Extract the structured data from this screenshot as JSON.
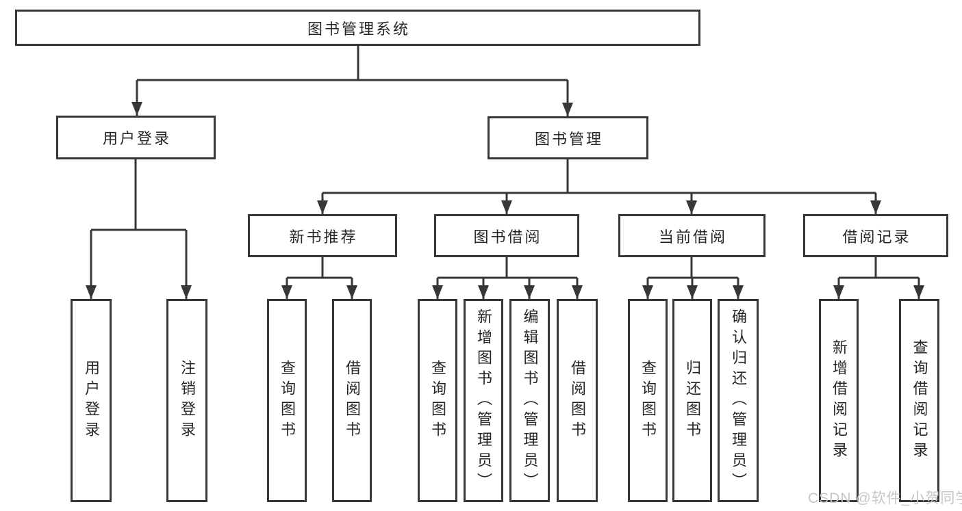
{
  "tree": {
    "root": {
      "label": "图书管理系统",
      "children": [
        {
          "label": "用户登录",
          "children": [
            {
              "label": "用户登录"
            },
            {
              "label": "注销登录"
            }
          ]
        },
        {
          "label": "图书管理",
          "children": [
            {
              "label": "新书推荐",
              "children": [
                {
                  "label": "查询图书"
                },
                {
                  "label": "借阅图书"
                }
              ]
            },
            {
              "label": "图书借阅",
              "children": [
                {
                  "label": "查询图书"
                },
                {
                  "label": "新增图书（管理员）"
                },
                {
                  "label": "编辑图书（管理员）"
                },
                {
                  "label": "借阅图书"
                }
              ]
            },
            {
              "label": "当前借阅",
              "children": [
                {
                  "label": "查询图书"
                },
                {
                  "label": "归还图书"
                },
                {
                  "label": "确认归还（管理员）"
                }
              ]
            },
            {
              "label": "借阅记录",
              "children": [
                {
                  "label": "新增借阅记录"
                },
                {
                  "label": "查询借阅记录"
                }
              ]
            }
          ]
        }
      ]
    }
  },
  "watermark": {
    "text": "CSDN @软件_小贺同学"
  },
  "colors": {
    "line": "#373737",
    "text": "#262626",
    "watermark": "#c6c6c6",
    "background": "#ffffff"
  }
}
